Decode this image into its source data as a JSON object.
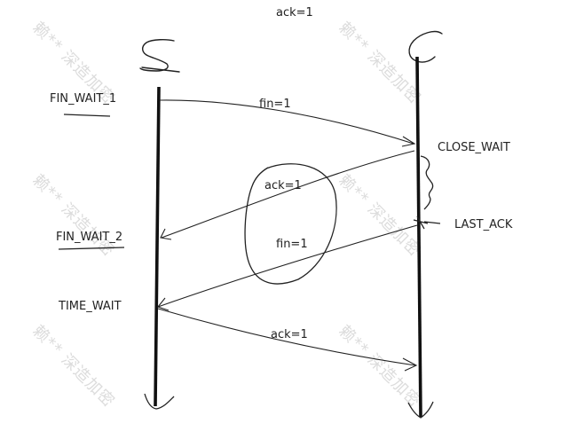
{
  "top_note": "ack=1",
  "client": {
    "states": [
      "FIN_WAIT_1",
      "FIN_WAIT_2",
      "TIME_WAIT"
    ]
  },
  "server": {
    "states": [
      "CLOSE_WAIT",
      "LAST_ACK"
    ]
  },
  "messages": [
    {
      "label": "fin=1",
      "from": "client",
      "to": "server"
    },
    {
      "label": "ack=1",
      "from": "server",
      "to": "client"
    },
    {
      "label": "fin=1",
      "from": "server",
      "to": "client"
    },
    {
      "label": "ack=1",
      "from": "client",
      "to": "server"
    }
  ],
  "watermark": {
    "line1": "赖**",
    "line2": "深造加密"
  }
}
